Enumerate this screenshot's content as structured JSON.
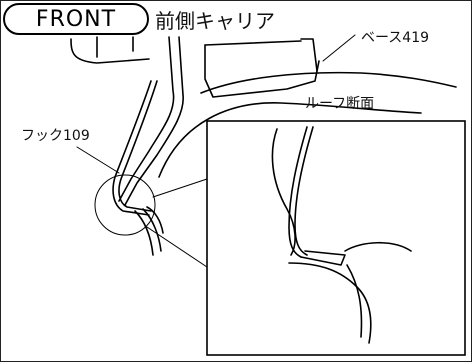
{
  "header": {
    "front_badge": "FRONT",
    "title": "前側キャリア"
  },
  "callouts": {
    "base": "ベース419",
    "roof_section": "ルーフ断面",
    "hook": "フック109"
  }
}
